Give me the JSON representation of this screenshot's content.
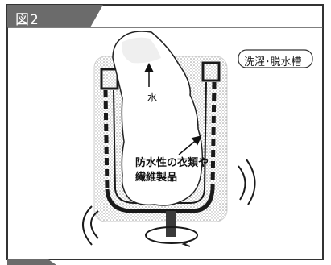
{
  "figure": {
    "label": "図2",
    "tub_label": "洗濯･脱水槽",
    "water_label": "水",
    "cloth_label_line1": "防水性の衣類や",
    "cloth_label_line2": "繊維製品"
  },
  "colors": {
    "header_bg": "#6b6b6b",
    "border": "#333333",
    "stipple": "#d6d6d6",
    "tub": "#3a3a3a"
  }
}
